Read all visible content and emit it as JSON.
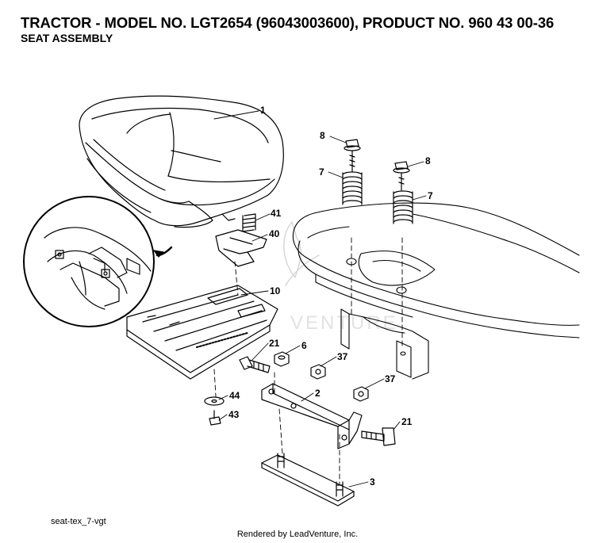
{
  "header": {
    "title": "TRACTOR - MODEL NO. LGT2654 (96043003600), PRODUCT NO. 960 43 00-36",
    "subtitle": "SEAT ASSEMBLY"
  },
  "diagram": {
    "drawing_code": "seat-tex_7-vgt",
    "footer": "Rendered by LeadVenture, Inc.",
    "callouts": [
      {
        "id": "c1",
        "label": "1"
      },
      {
        "id": "c8a",
        "label": "8"
      },
      {
        "id": "c8b",
        "label": "8"
      },
      {
        "id": "c7a",
        "label": "7"
      },
      {
        "id": "c7b",
        "label": "7"
      },
      {
        "id": "c41",
        "label": "41"
      },
      {
        "id": "c40",
        "label": "40"
      },
      {
        "id": "c10",
        "label": "10"
      },
      {
        "id": "c21a",
        "label": "21"
      },
      {
        "id": "c6",
        "label": "6"
      },
      {
        "id": "c37a",
        "label": "37"
      },
      {
        "id": "c37b",
        "label": "37"
      },
      {
        "id": "c2",
        "label": "2"
      },
      {
        "id": "c44",
        "label": "44"
      },
      {
        "id": "c43",
        "label": "43"
      },
      {
        "id": "c21b",
        "label": "21"
      },
      {
        "id": "c3",
        "label": "3"
      }
    ]
  }
}
